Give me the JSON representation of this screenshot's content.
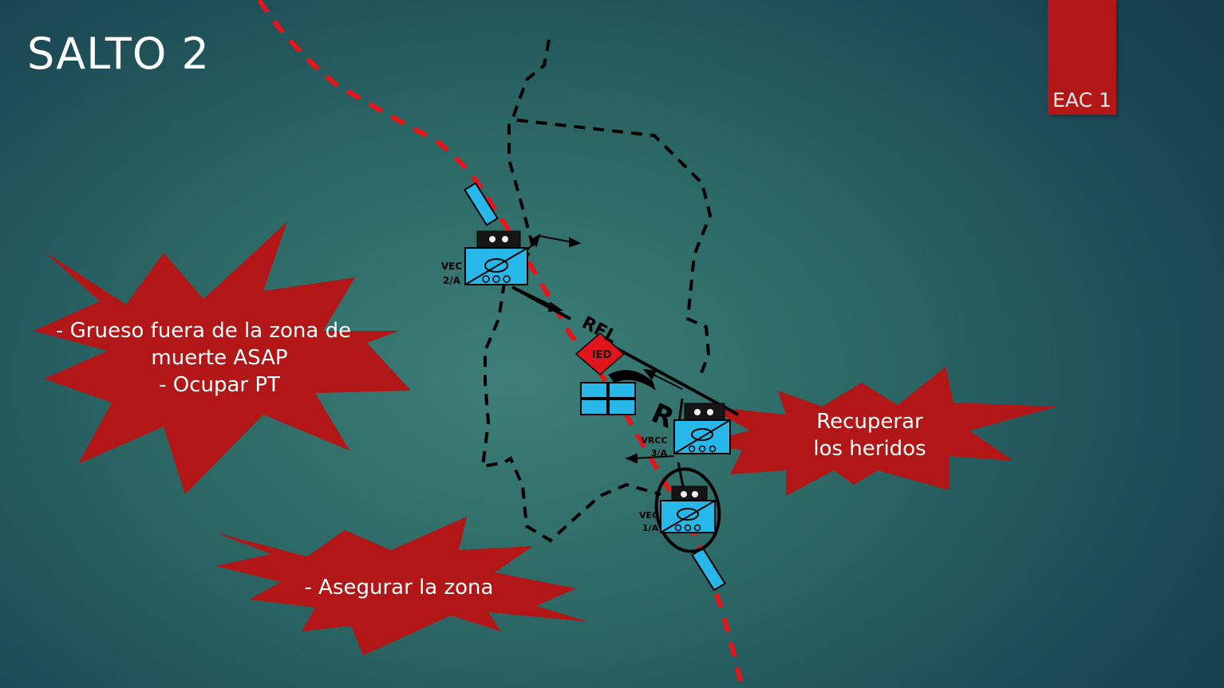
{
  "slide": {
    "title": "SALTO 2",
    "tab_label": "EAC 1"
  },
  "bursts": {
    "left": {
      "line1": "-    Grueso fuera de la zona de",
      "line2": "muerte ASAP",
      "line3": "-    Ocupar PT"
    },
    "bottom": {
      "text": "- Asegurar la zona"
    },
    "right": {
      "line1": "Recuperar",
      "line2": "los heridos"
    }
  },
  "units": {
    "vec_2a": {
      "line1": "VEC",
      "line2": "2/A"
    },
    "vrcc_3a": {
      "line1": "VRCC",
      "line2": "3/A"
    },
    "vec_1a": {
      "line1": "VEC",
      "line2": "1/A"
    }
  },
  "markers": {
    "ied": "IED",
    "rfl": "RFL",
    "r": "R"
  },
  "colors": {
    "background": "#2a6563",
    "burst_red": "#b31616",
    "route_red": "#e8141a",
    "vehicle_blue": "#27b7e8",
    "ied_red": "#e0161c",
    "tab_red": "#b31616"
  }
}
